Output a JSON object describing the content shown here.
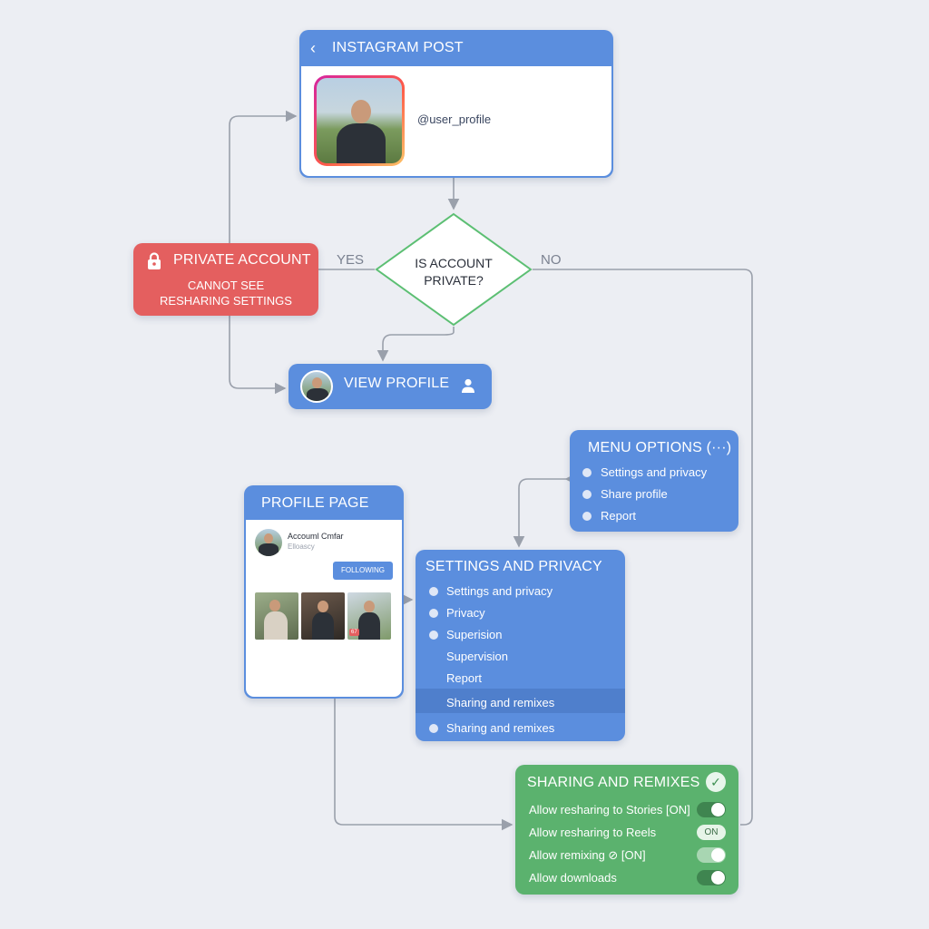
{
  "instagram_post": {
    "title": "INSTAGRAM POST",
    "username": "@user_profile"
  },
  "decision": {
    "line1": "IS ACCOUNT",
    "line2": "PRIVATE?",
    "yes_label": "YES",
    "no_label": "NO"
  },
  "private_account": {
    "title": "PRIVATE ACCOUNT",
    "line1": "CANNOT SEE",
    "line2": "RESHARING SETTINGS"
  },
  "view_profile": {
    "label": "VIEW PROFILE"
  },
  "menu_options": {
    "title": "MENU OPTIONS (···)",
    "items": [
      "Settings and privacy",
      "Share profile",
      "Report"
    ]
  },
  "profile_page": {
    "title": "PROFILE PAGE",
    "name": "Accouml Cmfar",
    "subtext": "Elloascy",
    "following_button": "FOLLOWING",
    "thumb_badge": "67"
  },
  "settings_privacy": {
    "title": "SETTINGS AND PRIVACY",
    "items": [
      "Settings and privacy",
      "Privacy",
      "Superision",
      "Supervision",
      "Report",
      "Sharing and remixes",
      "Sharing and remixes"
    ]
  },
  "sharing_remixes": {
    "title": "SHARING AND REMIXES",
    "rows": [
      {
        "label": "Allow resharing to Stories [ON]",
        "control": "toggle-on"
      },
      {
        "label": "Allow resharing to Reels",
        "control": "pill",
        "pill_text": "ON"
      },
      {
        "label": "Allow remixing ⊘ [ON]",
        "control": "toggle-light"
      },
      {
        "label": "Allow downloads",
        "control": "toggle-on"
      }
    ]
  },
  "colors": {
    "blue": "#5b8ede",
    "red": "#e45f5f",
    "green": "#5bb26e",
    "decision_border": "#5cbf73",
    "connector": "#9aa0ab"
  }
}
